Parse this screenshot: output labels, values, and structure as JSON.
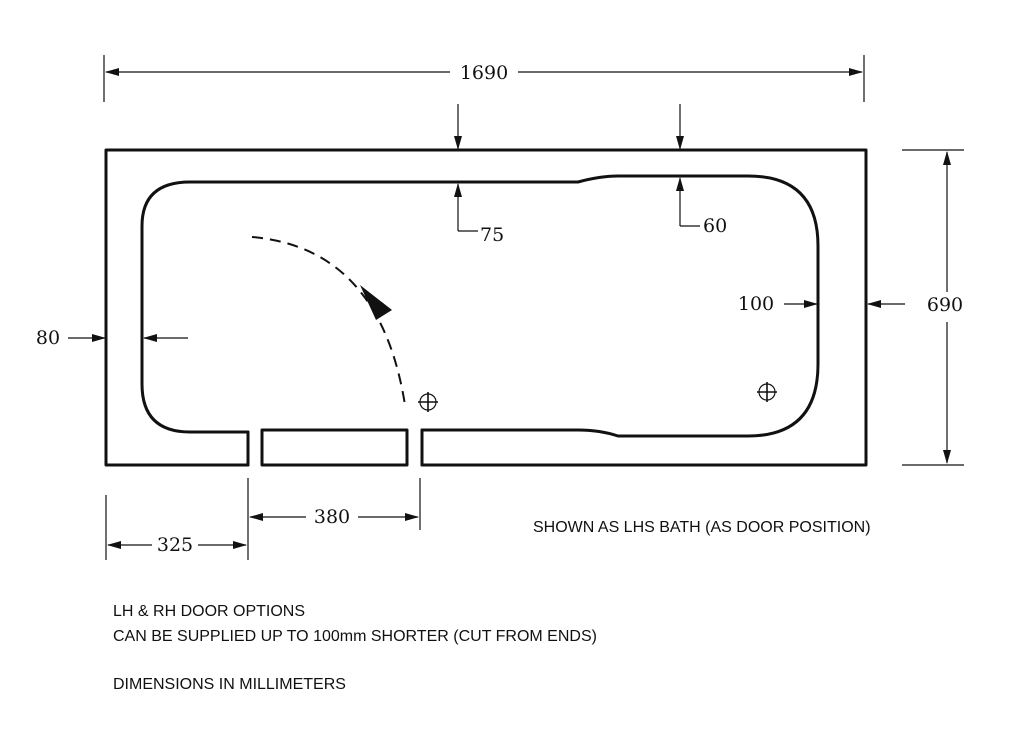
{
  "drawing": {
    "overall_length": "1690",
    "overall_width": "690",
    "rim_side_top": "75",
    "rim_side_top_foot": "60",
    "rim_end_foot": "100",
    "rim_end_head": "80",
    "door_offset": "325",
    "door_width": "380"
  },
  "notes": {
    "shown_as": "SHOWN AS LHS BATH (AS DOOR POSITION)",
    "door_options": "LH & RH DOOR OPTIONS",
    "shorter": "CAN BE SUPPLIED UP TO 100mm SHORTER (CUT  FROM ENDS)",
    "units": "DIMENSIONS IN MILLIMETERS"
  },
  "icons": {
    "door_swing": "door-swing-arrow-icon",
    "plughole": "plughole-icon",
    "overflow": "overflow-icon"
  }
}
